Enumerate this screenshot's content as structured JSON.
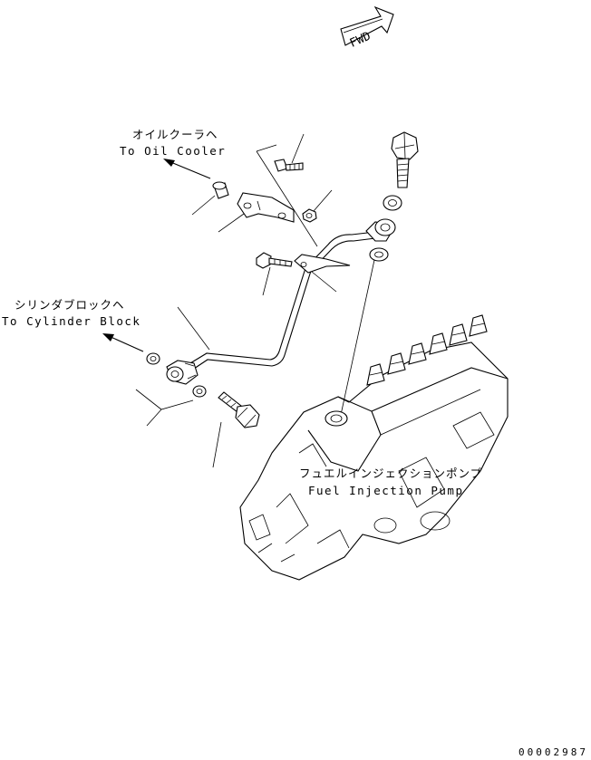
{
  "fwd_label": "FWD",
  "labels": {
    "oil_cooler_jp": "オイルクーラヘ",
    "oil_cooler_en": "To Oil Cooler",
    "cylinder_block_jp": "シリンダブロックヘ",
    "cylinder_block_en": "To Cylinder Block",
    "pump_jp": "フュエルインジェクションポンプ",
    "pump_en": "Fuel Injection Pump"
  },
  "figure_number": "00002987"
}
